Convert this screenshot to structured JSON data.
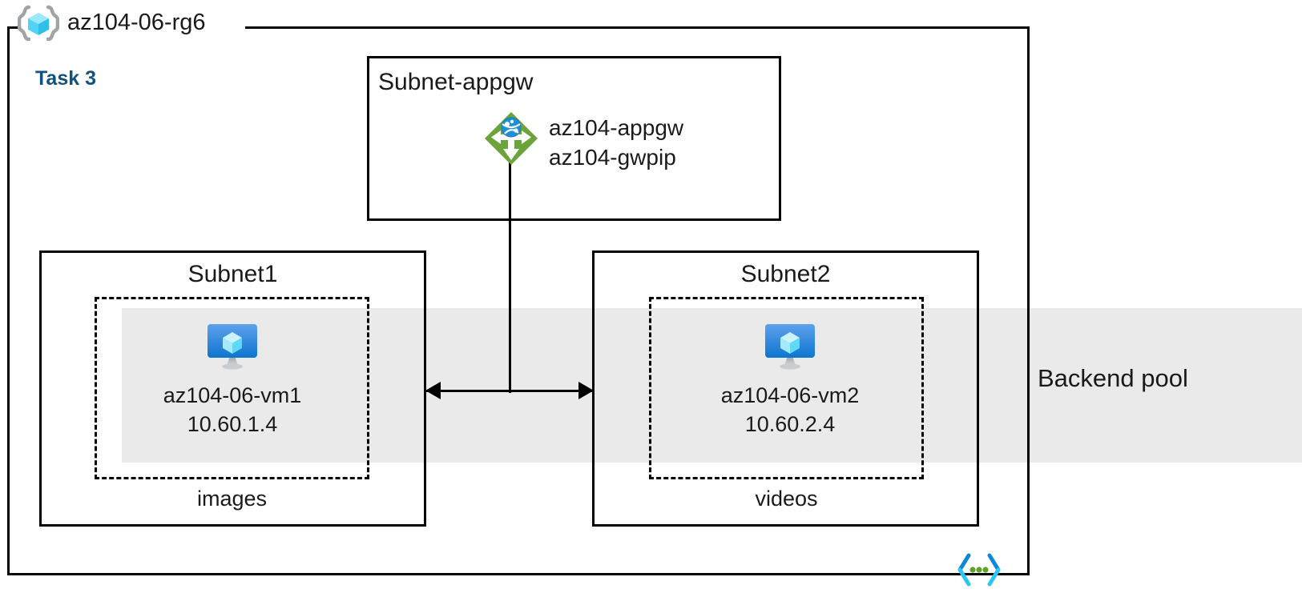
{
  "resource_group": {
    "name": "az104-06-rg6",
    "icon": "resource-group-cube-icon"
  },
  "task": {
    "label": "Task 3",
    "color": "#12507E"
  },
  "backend_pool": {
    "label": "Backend pool",
    "band_color": "#EAEAEA"
  },
  "subnets": [
    {
      "id": "subnet-appgw",
      "title": "Subnet-appgw",
      "title_align": "left",
      "resources": [
        {
          "icon": "application-gateway-icon",
          "icon_color": "#6BA43A",
          "lines": [
            "az104-appgw",
            "az104-gwpip"
          ]
        }
      ]
    },
    {
      "id": "subnet1",
      "title": "Subnet1",
      "title_align": "center",
      "storage_label": "images",
      "vm": {
        "icon": "virtual-machine-icon",
        "name": "az104-06-vm1",
        "ip": "10.60.1.4"
      }
    },
    {
      "id": "subnet2",
      "title": "Subnet2",
      "title_align": "center",
      "storage_label": "videos",
      "vm": {
        "icon": "virtual-machine-icon",
        "name": "az104-06-vm2",
        "ip": "10.60.2.4"
      }
    }
  ],
  "markers": {
    "code_template": "code-chevron-icon"
  },
  "colors": {
    "stroke": "#000000",
    "appgw_green": "#6BA43A",
    "vm_blue_top": "#5B9BE8",
    "vm_blue_bottom": "#0F7BD4",
    "cube_cyan": "#60E0FB",
    "chevron_blue": "#0F86D8",
    "chevron_cyan": "#2BC6F4",
    "dot_green": "#5EA226",
    "rg_icon_gray": "#A0A4A8",
    "task_blue": "#12507E",
    "band_gray": "#EAEAEA"
  }
}
